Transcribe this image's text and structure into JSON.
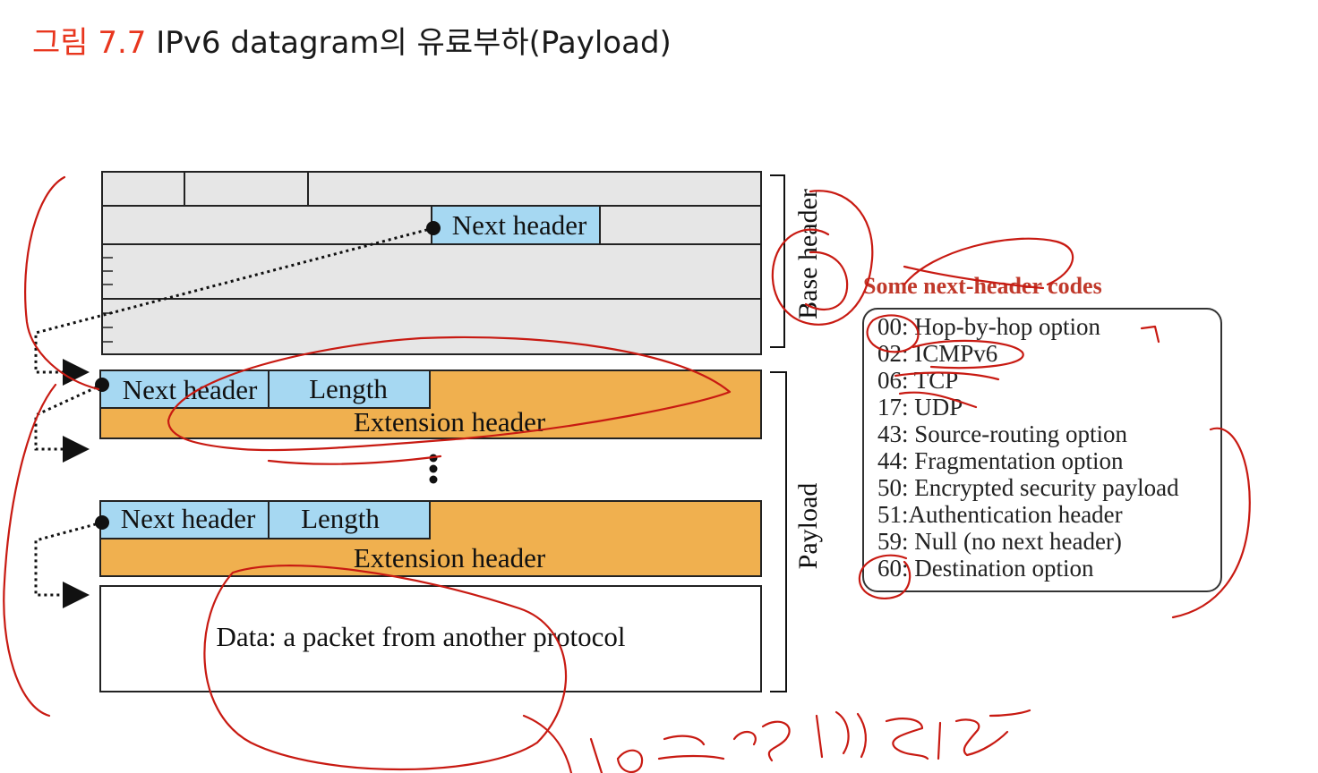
{
  "title": {
    "figure_label": "그림 7.7",
    "text": "IPv6 datagram의 유료부하(Payload)"
  },
  "diagram": {
    "base_header": {
      "next_header_label": "Next header",
      "side_label": "Base header"
    },
    "extension_headers": [
      {
        "next_header_label": "Next header",
        "length_label": "Length",
        "body_label": "Extension header"
      },
      {
        "next_header_label": "Next header",
        "length_label": "Length",
        "body_label": "Extension header"
      }
    ],
    "data_label": "Data: a packet from another protocol",
    "payload_side_label": "Payload",
    "colors": {
      "header_gray": "#e6e6e6",
      "field_blue": "#a6d8f2",
      "extension_orange": "#f0b04f",
      "annotation_red": "#c81a12"
    }
  },
  "next_header_codes": {
    "title": "Some next-header codes",
    "items": [
      "00: Hop-by-hop option",
      "02: ICMPv6",
      "06: TCP",
      "17: UDP",
      "43: Source-routing option",
      "44: Fragmentation option",
      "50: Encrypted security payload",
      "51:Authentication header",
      "59: Null (no next header)",
      "60: Destination option"
    ]
  }
}
